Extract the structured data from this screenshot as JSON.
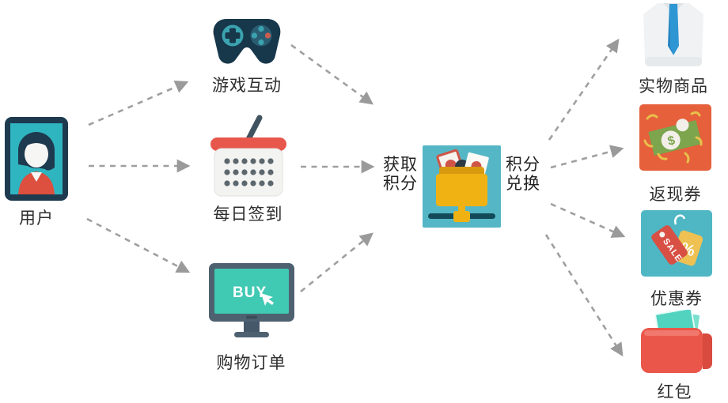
{
  "diagram": {
    "background": "#ffffff",
    "arrow_color": "#9f9f9f",
    "nodes": {
      "user": {
        "label": "用户",
        "icon": "user-avatar-icon"
      },
      "game": {
        "label": "游戏互动",
        "icon": "gamepad-icon"
      },
      "checkin": {
        "label": "每日签到",
        "icon": "calendar-checkin-icon"
      },
      "order": {
        "label": "购物订单",
        "icon": "buy-monitor-icon",
        "screen_text": "BUY"
      },
      "points": {
        "label_left": "获取\n积分",
        "label_right": "积分\n兑换",
        "icon": "points-folder-icon"
      },
      "goods": {
        "label": "实物商品",
        "icon": "shirt-tie-icon"
      },
      "cashback": {
        "label": "返现券",
        "icon": "cash-note-icon",
        "symbol": "$"
      },
      "coupon": {
        "label": "优惠券",
        "icon": "sale-tags-icon",
        "tag_text": "SALE",
        "tag_symbol": "%"
      },
      "redpacket": {
        "label": "红包",
        "icon": "wallet-icon"
      }
    },
    "edges": [
      {
        "from": "user",
        "to": "game"
      },
      {
        "from": "user",
        "to": "checkin"
      },
      {
        "from": "user",
        "to": "order"
      },
      {
        "from": "game",
        "to": "points"
      },
      {
        "from": "checkin",
        "to": "points"
      },
      {
        "from": "order",
        "to": "points"
      },
      {
        "from": "points",
        "to": "goods"
      },
      {
        "from": "points",
        "to": "cashback"
      },
      {
        "from": "points",
        "to": "coupon"
      },
      {
        "from": "points",
        "to": "redpacket"
      }
    ],
    "colors": {
      "teal": "#4fb6c4",
      "navy": "#17374b",
      "red": "#e7574b",
      "orange": "#e5603b",
      "yellow": "#f0b112",
      "green": "#7ca54d",
      "blue": "#2e96d3",
      "slate": "#4e6170",
      "wallet_red": "#ea574a"
    }
  }
}
